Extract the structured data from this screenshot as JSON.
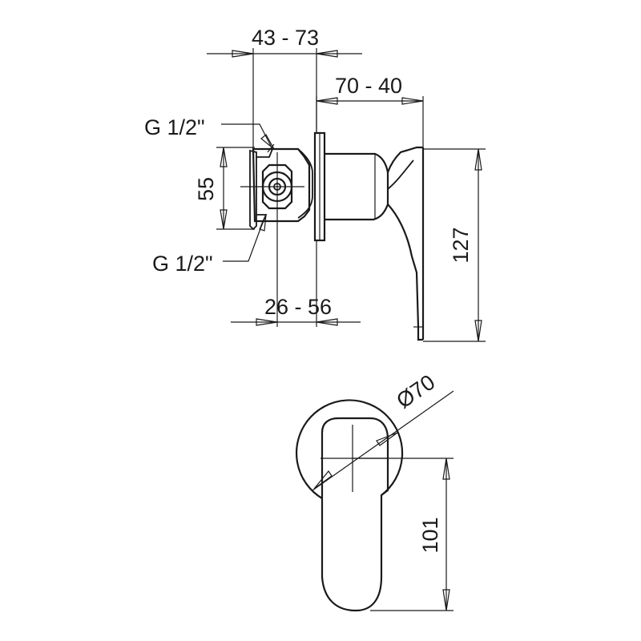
{
  "dimensions": {
    "top_width": "43 - 73",
    "side_depth": "70 - 40",
    "connection_top": "G 1/2\"",
    "connection_bottom": "G 1/2\"",
    "body_height": "55",
    "total_height": "127",
    "bottom_width": "26 - 56",
    "diameter": "Ø70",
    "front_height": "101"
  }
}
